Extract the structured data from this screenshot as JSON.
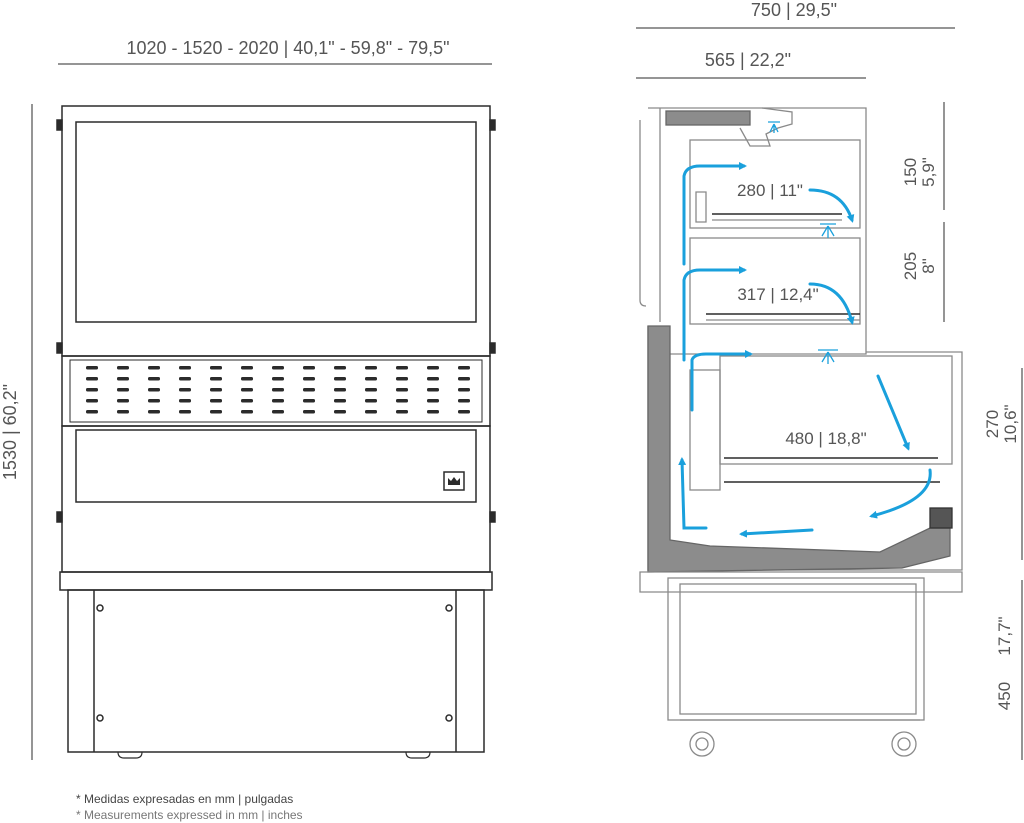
{
  "front_view": {
    "width_label": "1020 - 1520 - 2020  |  40,1\" - 59,8\" - 79,5\"",
    "height_label": "1530 | 60,2\""
  },
  "side_view": {
    "depth_total_label": "750  |  29,5\"",
    "depth_top_label": "565  |  22,2\"",
    "right_dims": [
      {
        "mm": "150",
        "in": "5,9\""
      },
      {
        "mm": "205",
        "in": "8\""
      },
      {
        "mm": "270",
        "in": "10,6\""
      },
      {
        "mm": "450",
        "in": "17,7\""
      }
    ],
    "shelf_dims": [
      {
        "label": "280  |  11\""
      },
      {
        "label": "317  |  12,4\""
      },
      {
        "label": "480  |  18,8\""
      }
    ]
  },
  "notes": {
    "es": "* Medidas expresadas en mm  |  pulgadas",
    "en": "* Measurements expressed in mm  |  inches"
  },
  "colors": {
    "outline": "#2b2b2b",
    "light_outline": "#8a8a8a",
    "airflow": "#1aa0dc",
    "gray_fill": "#8c8c8c"
  }
}
